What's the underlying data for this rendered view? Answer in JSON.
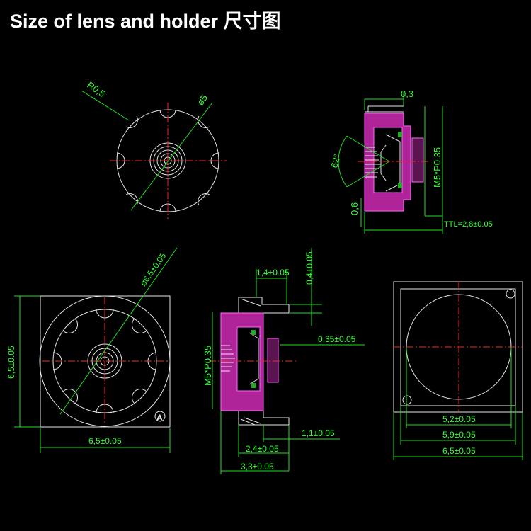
{
  "title": "Size of lens and holder  尺寸图",
  "labels": {
    "r05": "R0,5",
    "d5": "ø5",
    "d03": "0,3",
    "ang62": "62°",
    "thread_top": "M5*P0.35",
    "d06": "0,6",
    "ttl": "TTL=2,8±0.05",
    "d65dia": "ø6,5±0.05",
    "d65v": "6,5±0.05",
    "d65h": "6,5±0.05",
    "circle_a": "A",
    "d14": "1,4±0.05",
    "d04": "0,4±0.05",
    "d035": "0,35±0.05",
    "thread_side": "M5*P0.35",
    "d11": "1,1±0.05",
    "d24": "2,4±0.05",
    "d33": "3,3±0.05",
    "d52": "5,2±0.05",
    "d59": "5,9±0.05",
    "d65r": "6,5±0.05"
  },
  "colors": {
    "background": "#000000",
    "line": "#e6e6e6",
    "dimension": "#33ff33",
    "centerline": "#ff2222",
    "section": "#b0249a"
  }
}
